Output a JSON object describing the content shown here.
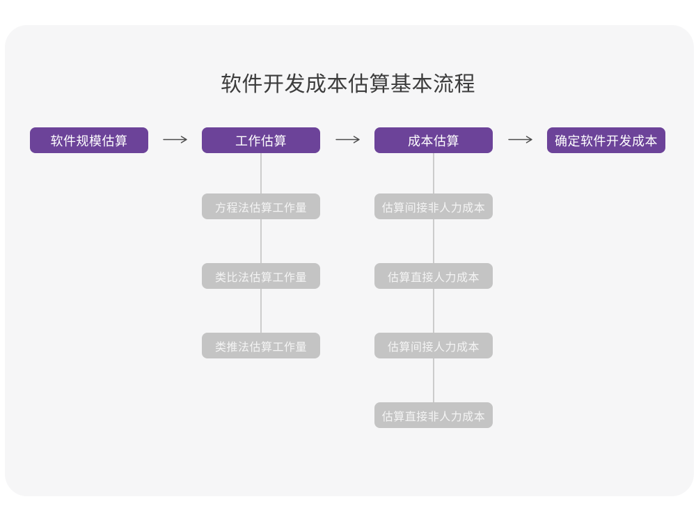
{
  "title": "软件开发成本估算基本流程",
  "colors": {
    "page_background": "#ffffff",
    "card_background": "#f6f6f7",
    "primary_box": "#6c4399",
    "primary_box_text": "#ffffff",
    "sub_box": "#c4c4c4",
    "sub_box_text": "#f4f4f4",
    "connector_line": "#cccccc",
    "arrow": "#4a4a4a",
    "title_text": "#3c3c3c"
  },
  "flow": {
    "main_steps": [
      {
        "label": "软件规模估算",
        "children": []
      },
      {
        "label": "工作估算",
        "children": [
          "方程法估算工作量",
          "类比法估算工作量",
          "类推法估算工作量"
        ]
      },
      {
        "label": "成本估算",
        "children": [
          "估算间接非人力成本",
          "估算直接人力成本",
          "估算间接人力成本",
          "估算直接非人力成本"
        ]
      },
      {
        "label": "确定软件开发成本",
        "children": []
      }
    ]
  }
}
